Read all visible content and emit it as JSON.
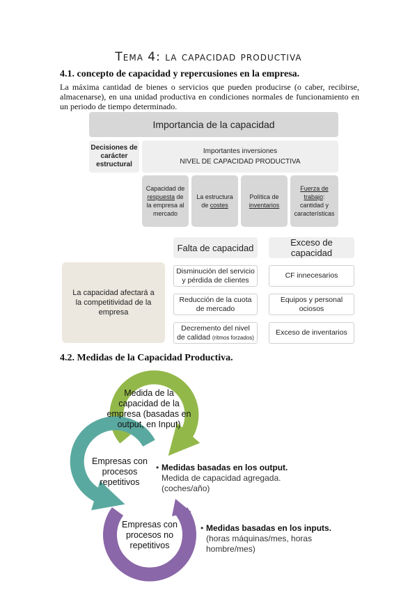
{
  "title": "Tema 4: la capacidad productiva",
  "section1": {
    "heading": "4.1. concepto de capacidad y repercusiones en la empresa.",
    "paragraph": "La máxima cantidad de bienes o servicios que pueden producirse (o caber, recibirse, almacenarse), en una unidad productiva en condiciones normales de funcionamiento en un periodo de tiempo determinado."
  },
  "diagram1": {
    "header": "Importancia de la capacidad",
    "left_box": "Decisiones de carácter estructural",
    "inv_line1": "Importantes inversiones",
    "inv_line2": "NIVEL DE CAPACIDAD PRODUCTIVA",
    "cards": [
      {
        "pre": "Capacidad de ",
        "u": "respuesta",
        "post": " de la empresa al mercado"
      },
      {
        "pre": "La estructura de ",
        "u": "costes",
        "post": ""
      },
      {
        "pre": "Política de ",
        "u": "inventarios",
        "post": ""
      },
      {
        "pre": "",
        "u": "Fuerza de trabajo",
        "post": ": cantidad y características"
      }
    ]
  },
  "diagram2": {
    "col1_header": "Falta de capacidad",
    "col2_header": "Exceso de capacidad",
    "side_box": "La capacidad afectará a la competitividad de la empresa",
    "falta": [
      {
        "text": "Disminución del servicio y pérdida de clientes",
        "small": ""
      },
      {
        "text": "Reducción de la cuota de mercado",
        "small": ""
      },
      {
        "text": "Decremento del nivel de calidad",
        "small": "(ritmos forzados)"
      }
    ],
    "exceso": [
      "CF innecesarios",
      "Equipos y personal ociosos",
      "Exceso de inventarios"
    ]
  },
  "section2": {
    "heading": "4.2. Medidas de la Capacidad Productiva."
  },
  "cycle": {
    "colors": {
      "green": "#93b84a",
      "teal": "#5aa9a0",
      "purple": "#8a67a8"
    },
    "node1": "Medida de la capacidad de la empresa (basadas en output, en Input)",
    "node2": "Empresas con procesos repetitivos",
    "node3": "Empresas con procesos no repetitivos",
    "bullet1_bold": "Medidas basadas en los output.",
    "bullet1_rest": " Medida de capacidad agregada. (coches/año)",
    "bullet2_bold": "Medidas basadas en los inputs.",
    "bullet2_rest": " (horas máquinas/mes, horas hombre/mes)"
  }
}
